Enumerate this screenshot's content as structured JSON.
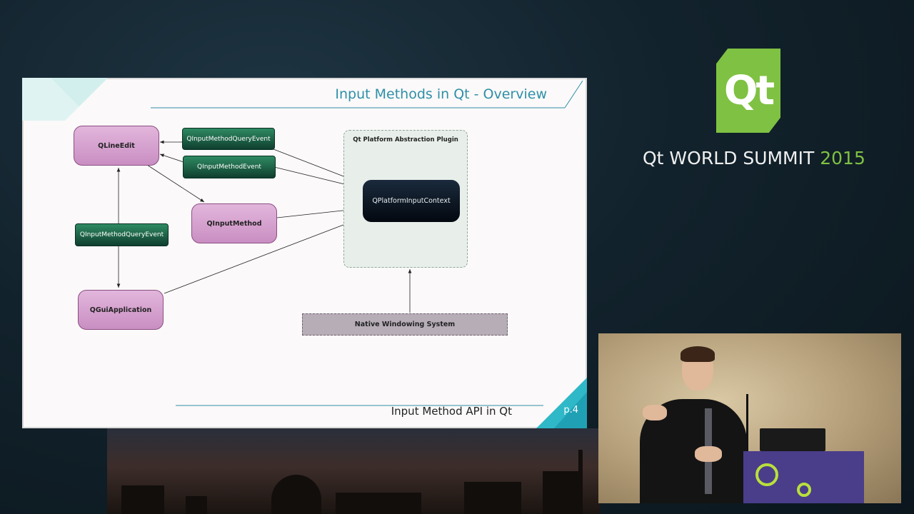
{
  "slide": {
    "title": "Input Methods in Qt - Overview",
    "footer": "Input Method API in Qt",
    "page": "p.4",
    "accent_color": "#2f8fa8",
    "diagram": {
      "nodes": {
        "qlineedit": "QLineEdit",
        "qinputmethod": "QInputMethod",
        "qguiapplication": "QGuiApplication",
        "qplatforminputcontext": "QPlatformInputContext",
        "native_windowing": "Native Windowing System",
        "qpa_plugin": "Qt Platform Abstraction Plugin"
      },
      "events": {
        "query_event_top": "QInputMethodQueryEvent",
        "event": "QInputMethodEvent",
        "query_event_left": "QInputMethodQueryEvent"
      }
    }
  },
  "branding": {
    "logo_text": "Qt",
    "summit_prefix": "Qt WORLD SUMMIT",
    "summit_year": "2015",
    "logo_color": "#7fc142"
  }
}
